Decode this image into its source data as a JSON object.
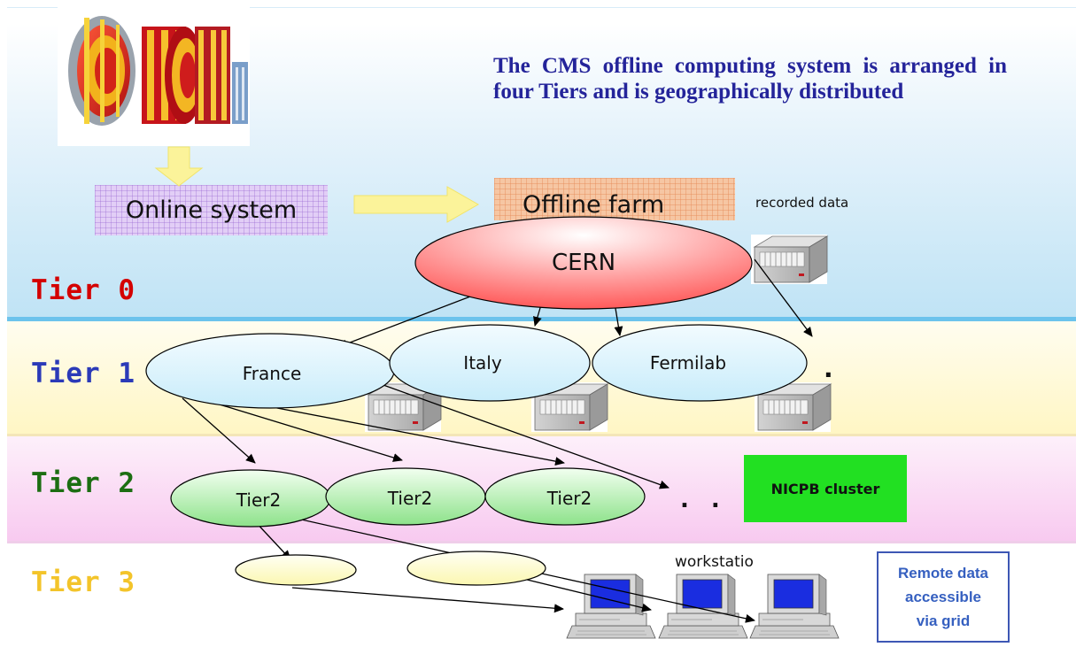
{
  "headline": "The CMS offline computing system is arranged in four Tiers and is geographically distributed",
  "tiers": {
    "t0": "Tier 0",
    "t1": "Tier 1",
    "t2": "Tier 2",
    "t3": "Tier 3"
  },
  "boxes": {
    "online": "Online system",
    "offline": "Offline farm",
    "recorded": "recorded data",
    "workstation": "workstatio",
    "nicpb": "NICPB cluster",
    "remote": "Remote data\naccessible\nvia grid"
  },
  "nodes": {
    "cern": "CERN",
    "france": "France",
    "italy": "Italy",
    "fermilab": "Fermilab",
    "tier2_a": "Tier2",
    "tier2_b": "Tier2",
    "tier2_c": "Tier2"
  },
  "ellipsis": {
    "t1": ".",
    "t2": ". . ."
  },
  "colors": {
    "tier0": "#d40000",
    "tier1": "#2b3ab8",
    "tier2": "#1c6e12",
    "tier3": "#f3c42a",
    "headline": "#24249a",
    "nicpb": "#22e022"
  }
}
